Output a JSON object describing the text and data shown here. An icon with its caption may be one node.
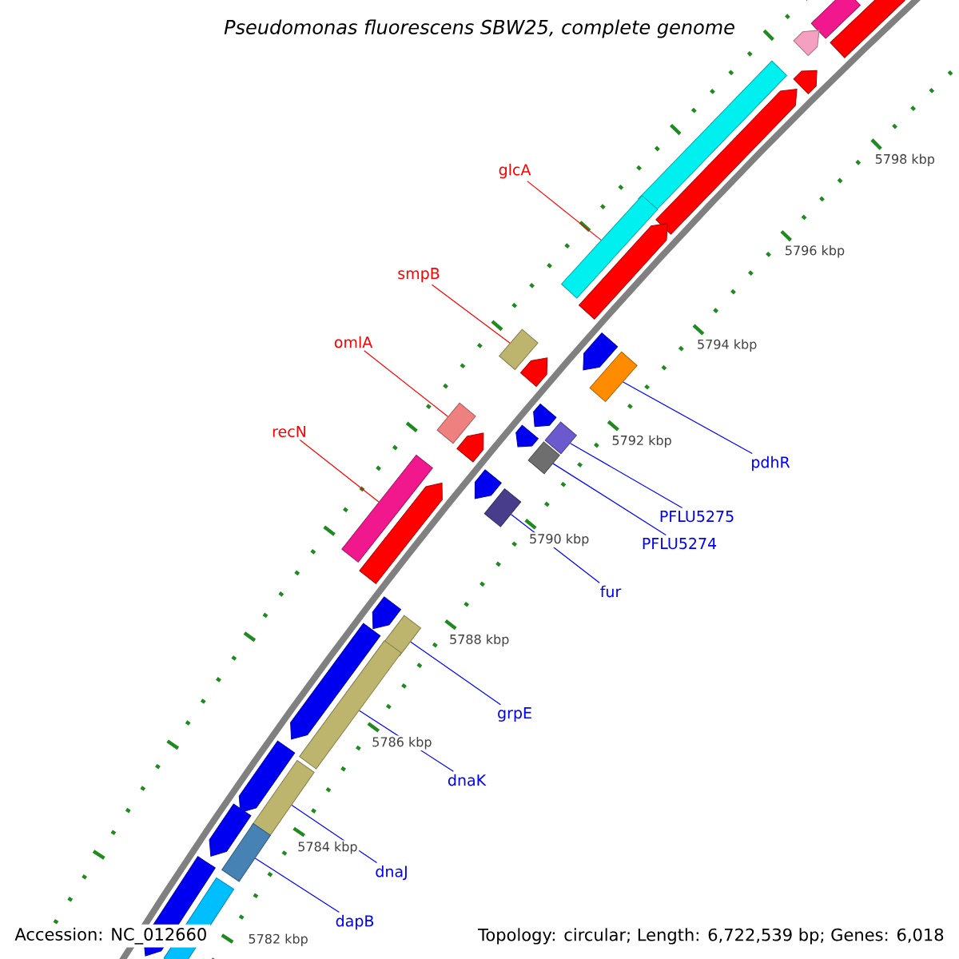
{
  "diagram": {
    "title": "Pseudomonas fluorescens SBW25, complete genome",
    "nodes": [
      {
        "text": [
          "glcA"
        ]
      },
      {
        "text": [
          "smpB"
        ]
      },
      {
        "text": [
          "omlA"
        ]
      },
      {
        "text": [
          "recN"
        ]
      },
      {
        "text": [
          "pdhR"
        ]
      },
      {
        "text": [
          "PFLU5275"
        ]
      },
      {
        "text": [
          "PFLU5274"
        ]
      },
      {
        "text": [
          "fur"
        ]
      },
      {
        "text": [
          "grpE"
        ]
      },
      {
        "text": [
          "dnaK"
        ]
      },
      {
        "text": [
          "dnaJ"
        ]
      },
      {
        "text": [
          "dapB"
        ]
      },
      {
        "text": [],
        "shape": "bar"
      },
      {
        "text": [],
        "shape": "bar"
      },
      {
        "text": [],
        "shape": "bar"
      },
      {
        "text": [],
        "shape": "bar"
      },
      {
        "text": [],
        "shape": "bar"
      },
      {
        "text": [],
        "shape": "bar"
      },
      {
        "text": [],
        "shape": "bar"
      },
      {
        "text": [],
        "shape": "bar"
      },
      {
        "text": [],
        "shape": "bar"
      },
      {
        "text": [],
        "shape": "bar"
      },
      {
        "text": [],
        "shape": "bar"
      },
      {
        "text": [],
        "shape": "bar"
      },
      {
        "text": [],
        "shape": "bar"
      },
      {
        "text": [],
        "shape": "bar"
      },
      {
        "text": [],
        "shape": "bar"
      },
      {
        "text": [],
        "shape": "bar"
      },
      {
        "text": [],
        "shape": "bar"
      },
      {
        "text": [],
        "shape": "bar"
      },
      {
        "text": [],
        "shape": "bar"
      },
      {
        "text": [],
        "shape": "bar"
      },
      {
        "text": [],
        "shape": "bar"
      },
      {
        "text": [],
        "shape": "bar"
      },
      {
        "text": [],
        "shape": "bar"
      },
      {
        "text": [],
        "shape": "bar"
      },
      {
        "text": [],
        "shape": "bar"
      },
      {
        "text": [],
        "shape": "bar"
      },
      {
        "text": [],
        "shape": "bar"
      },
      {
        "text": [],
        "shape": "bar"
      },
      {
        "text": [],
        "shape": "bar"
      },
      {
        "text": [],
        "shape": "bar"
      },
      {
        "text": [],
        "shape": "bar"
      },
      {
        "text": [],
        "shape": "bar"
      }
    ],
    "edges": [
      {
        "from": 0,
        "to": 18,
        "arrow": "none",
        "color": "#ff0000"
      },
      {
        "from": 1,
        "to": 20,
        "arrow": "none",
        "color": "#ff0000"
      },
      {
        "from": 2,
        "to": 24,
        "arrow": "none",
        "color": "#ff0000"
      },
      {
        "from": 3,
        "to": 31,
        "arrow": "none",
        "color": "#ff0000"
      },
      {
        "from": 4,
        "to": 23,
        "arrow": "none"
      },
      {
        "from": 5,
        "to": 28,
        "arrow": "none"
      },
      {
        "from": 6,
        "to": 29,
        "arrow": "none"
      },
      {
        "from": 7,
        "to": 32,
        "arrow": "none"
      },
      {
        "from": 8,
        "to": 35,
        "arrow": "none"
      },
      {
        "from": 9,
        "to": 37,
        "arrow": "none"
      },
      {
        "from": 10,
        "to": 39,
        "arrow": "none"
      },
      {
        "from": 11,
        "to": 41,
        "arrow": "none"
      }
    ],
    "labels": [
      "5798 kbp",
      "5796 kbp",
      "5794 kbp",
      "5792 kbp",
      "5790 kbp",
      "5788 kbp",
      "5786 kbp",
      "5784 kbp",
      "5782 kbp",
      "Accession: NC_012660",
      "Topology: circular; Length: 6,722,539 bp; Genes: 6,018"
    ]
  }
}
